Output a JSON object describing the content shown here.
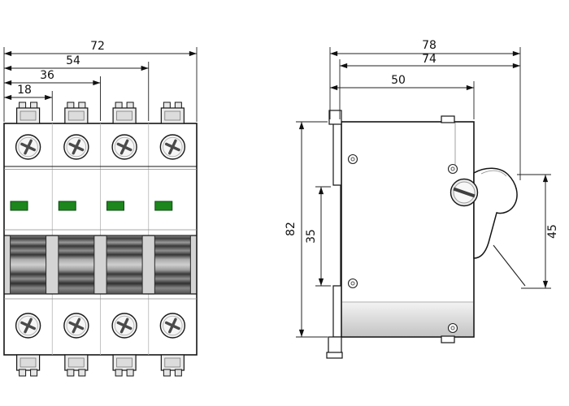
{
  "drawing": {
    "front": {
      "dims": [
        {
          "label": "72"
        },
        {
          "label": "54"
        },
        {
          "label": "36"
        },
        {
          "label": "18"
        }
      ]
    },
    "side": {
      "depth_dims": [
        {
          "label": "78"
        },
        {
          "label": "74"
        },
        {
          "label": "50"
        }
      ],
      "height_dims": [
        {
          "label": "82"
        },
        {
          "label": "35"
        },
        {
          "label": "45"
        }
      ]
    },
    "colors": {
      "line": "#151515",
      "background": "#ffffff",
      "indicator_green": "#1d861d",
      "toggle_dark": "#3a3a3a"
    }
  }
}
